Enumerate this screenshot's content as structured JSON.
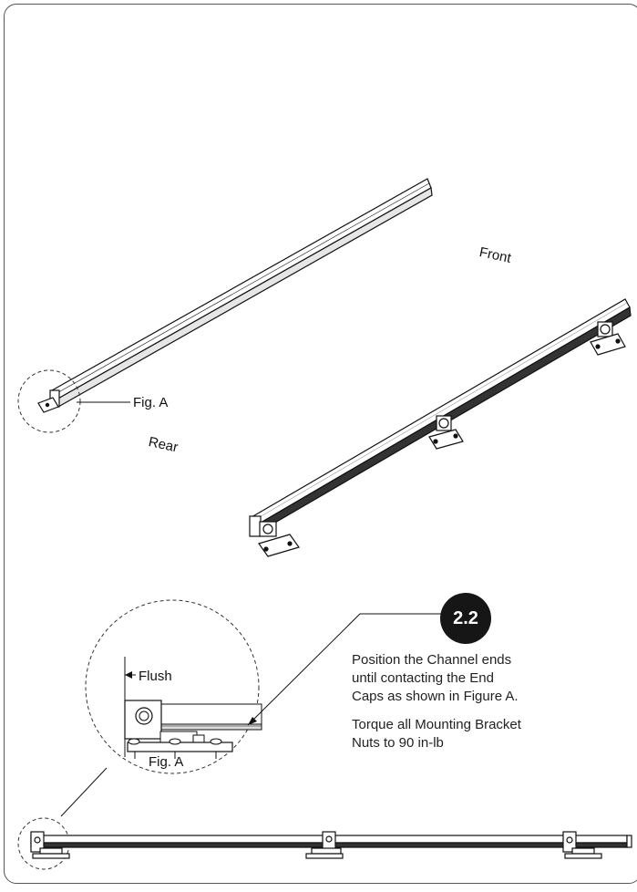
{
  "labels": {
    "front": "Front",
    "rear": "Rear",
    "fig_a_top": "Fig. A",
    "flush": "Flush",
    "fig_a_zoom": "Fig. A"
  },
  "step": {
    "number": "2.2",
    "instruction_lines": [
      "Position the Channel ends",
      "until contacting the End",
      "Caps as shown in Figure A."
    ],
    "torque_lines": [
      "Torque all Mounting Bracket",
      "Nuts to 90 in-lb"
    ]
  }
}
